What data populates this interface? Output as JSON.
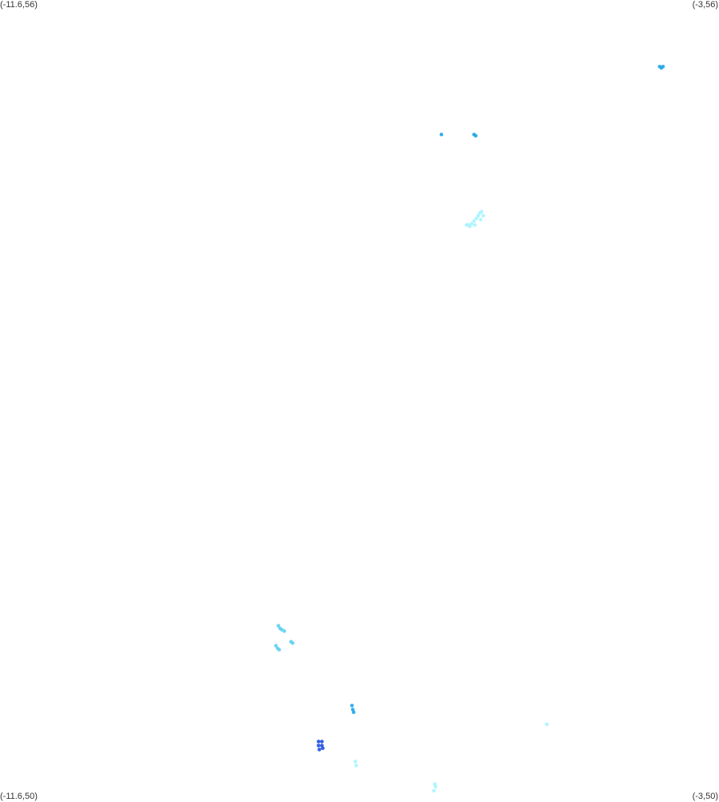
{
  "corners": {
    "top_left": "(-11.6,56)",
    "top_right": "(-3,56)",
    "bottom_left": "(-11.6,50)",
    "bottom_right": "(-3,50)"
  },
  "bounds": {
    "lon_min": -11.6,
    "lon_max": -3,
    "lat_min": 50,
    "lat_max": 56
  },
  "colors": {
    "pale": "#a8f4ff",
    "light": "#5fd0f2",
    "mid": "#1ea6e8",
    "dark": "#1f4fe0"
  },
  "points": [
    {
      "lon": -3.71,
      "lat": 55.5,
      "c": "mid"
    },
    {
      "lon": -3.67,
      "lat": 55.5,
      "c": "mid"
    },
    {
      "lon": -3.69,
      "lat": 55.49,
      "c": "mid"
    },
    {
      "lon": -6.32,
      "lat": 54.99,
      "c": "mid"
    },
    {
      "lon": -5.93,
      "lat": 54.99,
      "c": "mid"
    },
    {
      "lon": -5.91,
      "lat": 54.98,
      "c": "mid"
    },
    {
      "lon": -6.02,
      "lat": 54.31,
      "c": "pale"
    },
    {
      "lon": -6.0,
      "lat": 54.31,
      "c": "pale"
    },
    {
      "lon": -5.98,
      "lat": 54.3,
      "c": "pale"
    },
    {
      "lon": -5.96,
      "lat": 54.32,
      "c": "pale"
    },
    {
      "lon": -5.93,
      "lat": 54.34,
      "c": "pale"
    },
    {
      "lon": -5.9,
      "lat": 54.36,
      "c": "pale"
    },
    {
      "lon": -5.88,
      "lat": 54.38,
      "c": "pale"
    },
    {
      "lon": -5.86,
      "lat": 54.4,
      "c": "pale"
    },
    {
      "lon": -5.84,
      "lat": 54.41,
      "c": "pale"
    },
    {
      "lon": -5.82,
      "lat": 54.38,
      "c": "pale"
    },
    {
      "lon": -5.85,
      "lat": 54.35,
      "c": "pale"
    },
    {
      "lon": -5.92,
      "lat": 54.31,
      "c": "pale"
    },
    {
      "lon": -8.27,
      "lat": 51.3,
      "c": "light"
    },
    {
      "lon": -8.25,
      "lat": 51.28,
      "c": "light"
    },
    {
      "lon": -8.23,
      "lat": 51.27,
      "c": "light"
    },
    {
      "lon": -8.2,
      "lat": 51.26,
      "c": "light"
    },
    {
      "lon": -8.3,
      "lat": 51.15,
      "c": "light"
    },
    {
      "lon": -8.28,
      "lat": 51.13,
      "c": "light"
    },
    {
      "lon": -8.26,
      "lat": 51.12,
      "c": "light"
    },
    {
      "lon": -8.12,
      "lat": 51.18,
      "c": "light"
    },
    {
      "lon": -8.1,
      "lat": 51.17,
      "c": "light"
    },
    {
      "lon": -7.39,
      "lat": 50.7,
      "c": "mid"
    },
    {
      "lon": -7.38,
      "lat": 50.67,
      "c": "mid"
    },
    {
      "lon": -7.37,
      "lat": 50.65,
      "c": "mid"
    },
    {
      "lon": -7.79,
      "lat": 50.43,
      "c": "dark"
    },
    {
      "lon": -7.79,
      "lat": 50.4,
      "c": "dark"
    },
    {
      "lon": -7.78,
      "lat": 50.37,
      "c": "dark"
    },
    {
      "lon": -7.75,
      "lat": 50.43,
      "c": "dark"
    },
    {
      "lon": -7.75,
      "lat": 50.4,
      "c": "dark"
    },
    {
      "lon": -7.74,
      "lat": 50.38,
      "c": "dark"
    },
    {
      "lon": -7.35,
      "lat": 50.28,
      "c": "pale"
    },
    {
      "lon": -7.34,
      "lat": 50.25,
      "c": "pale"
    },
    {
      "lon": -6.4,
      "lat": 50.11,
      "c": "pale"
    },
    {
      "lon": -6.39,
      "lat": 50.09,
      "c": "pale"
    },
    {
      "lon": -6.41,
      "lat": 50.06,
      "c": "pale"
    },
    {
      "lon": -5.06,
      "lat": 50.56,
      "c": "pale"
    }
  ]
}
